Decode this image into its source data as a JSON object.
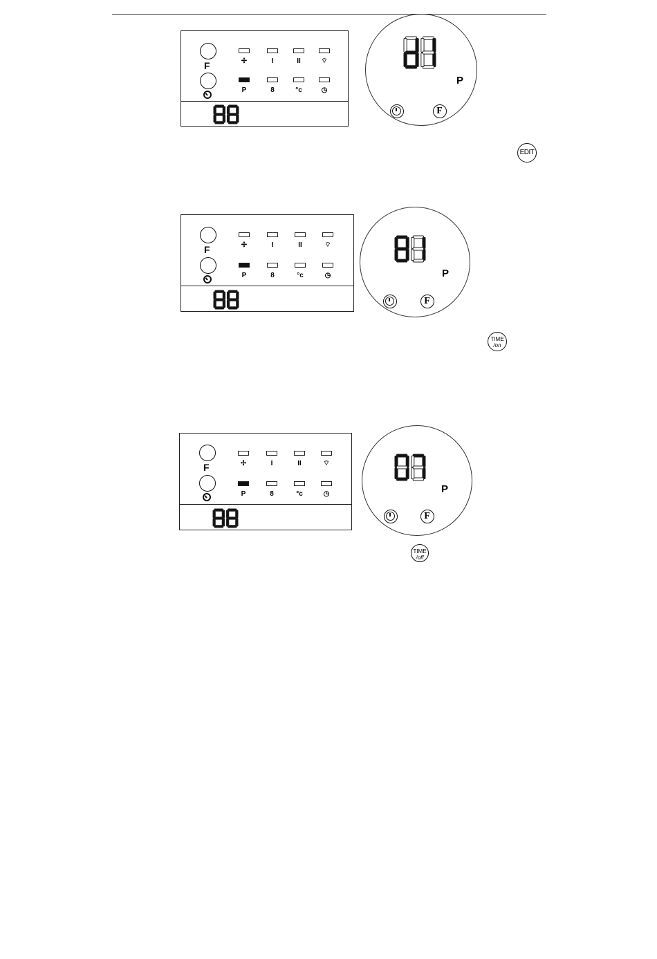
{
  "panels": [
    {
      "f_label": "F",
      "leds_row1": [
        {
          "name": "fan",
          "icon": "✢",
          "on": false
        },
        {
          "name": "speed-low",
          "icon": "I",
          "on": false
        },
        {
          "name": "speed-high",
          "icon": "II",
          "on": false
        },
        {
          "name": "swing",
          "icon": "⌔",
          "on": false
        }
      ],
      "leds_row2": [
        {
          "name": "program",
          "icon": "P",
          "on": true
        },
        {
          "name": "mode",
          "icon": "8",
          "on": false
        },
        {
          "name": "temperature",
          "icon": "°c",
          "on": false
        },
        {
          "name": "timer",
          "icon": "◷",
          "on": false
        }
      ],
      "panel_display": "88",
      "dial_display": "d1",
      "dial_p": "P",
      "dial_f_label": "F",
      "key": {
        "type": "one",
        "text": "EDIT"
      }
    },
    {
      "f_label": "F",
      "leds_row1": [
        {
          "name": "fan",
          "icon": "✢",
          "on": false
        },
        {
          "name": "speed-low",
          "icon": "I",
          "on": false
        },
        {
          "name": "speed-high",
          "icon": "II",
          "on": false
        },
        {
          "name": "swing",
          "icon": "⌔",
          "on": false
        }
      ],
      "leds_row2": [
        {
          "name": "program",
          "icon": "P",
          "on": true
        },
        {
          "name": "mode",
          "icon": "8",
          "on": false
        },
        {
          "name": "temperature",
          "icon": "°c",
          "on": false
        },
        {
          "name": "timer",
          "icon": "◷",
          "on": false
        }
      ],
      "panel_display": "88",
      "dial_display": "81",
      "dial_p": "P",
      "dial_f_label": "F",
      "key": {
        "type": "two",
        "line1": "TIME",
        "line2": "/on"
      }
    },
    {
      "f_label": "F",
      "leds_row1": [
        {
          "name": "fan",
          "icon": "✢",
          "on": false
        },
        {
          "name": "speed-low",
          "icon": "I",
          "on": false
        },
        {
          "name": "speed-high",
          "icon": "II",
          "on": false
        },
        {
          "name": "swing",
          "icon": "⌔",
          "on": false
        }
      ],
      "leds_row2": [
        {
          "name": "program",
          "icon": "P",
          "on": true
        },
        {
          "name": "mode",
          "icon": "8",
          "on": false
        },
        {
          "name": "temperature",
          "icon": "°c",
          "on": false
        },
        {
          "name": "timer",
          "icon": "◷",
          "on": false
        }
      ],
      "panel_display": "88",
      "dial_display": "07",
      "dial_p": "P",
      "dial_f_label": "F",
      "key": {
        "type": "two",
        "line1": "TIME",
        "line2": "/off"
      }
    }
  ]
}
